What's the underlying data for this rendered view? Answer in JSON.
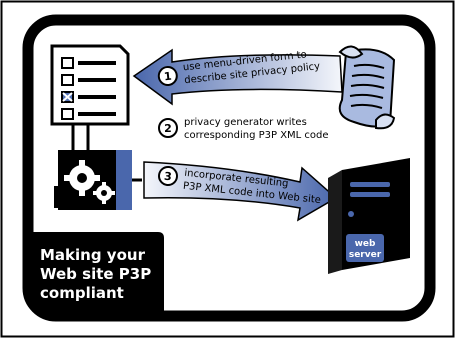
{
  "diagram": {
    "steps": [
      {
        "number": "1",
        "line1": "use menu-driven form to",
        "line2": "describe site privacy policy"
      },
      {
        "number": "2",
        "line1": "privacy generator writes",
        "line2": "corresponding P3P XML code"
      },
      {
        "number": "3",
        "line1": "incorporate resulting",
        "line2": "P3P XML code into Web site"
      }
    ],
    "server_label": {
      "line1": "web",
      "line2": "server"
    },
    "caption": {
      "line1": "Making your",
      "line2": "Web site P3P",
      "line3": "compliant"
    }
  },
  "icons": [
    "form-document-icon",
    "privacy-policy-scroll-icon",
    "gears-generator-icon",
    "web-server-icon"
  ],
  "colors": {
    "frame": "#000000",
    "accent_blue": "#5472b4",
    "arrow_gradient_dark": "#4a67ac",
    "arrow_gradient_light": "#dde4f3",
    "scroll_fill": "#a9bae0",
    "caption_text": "#ffffff"
  }
}
